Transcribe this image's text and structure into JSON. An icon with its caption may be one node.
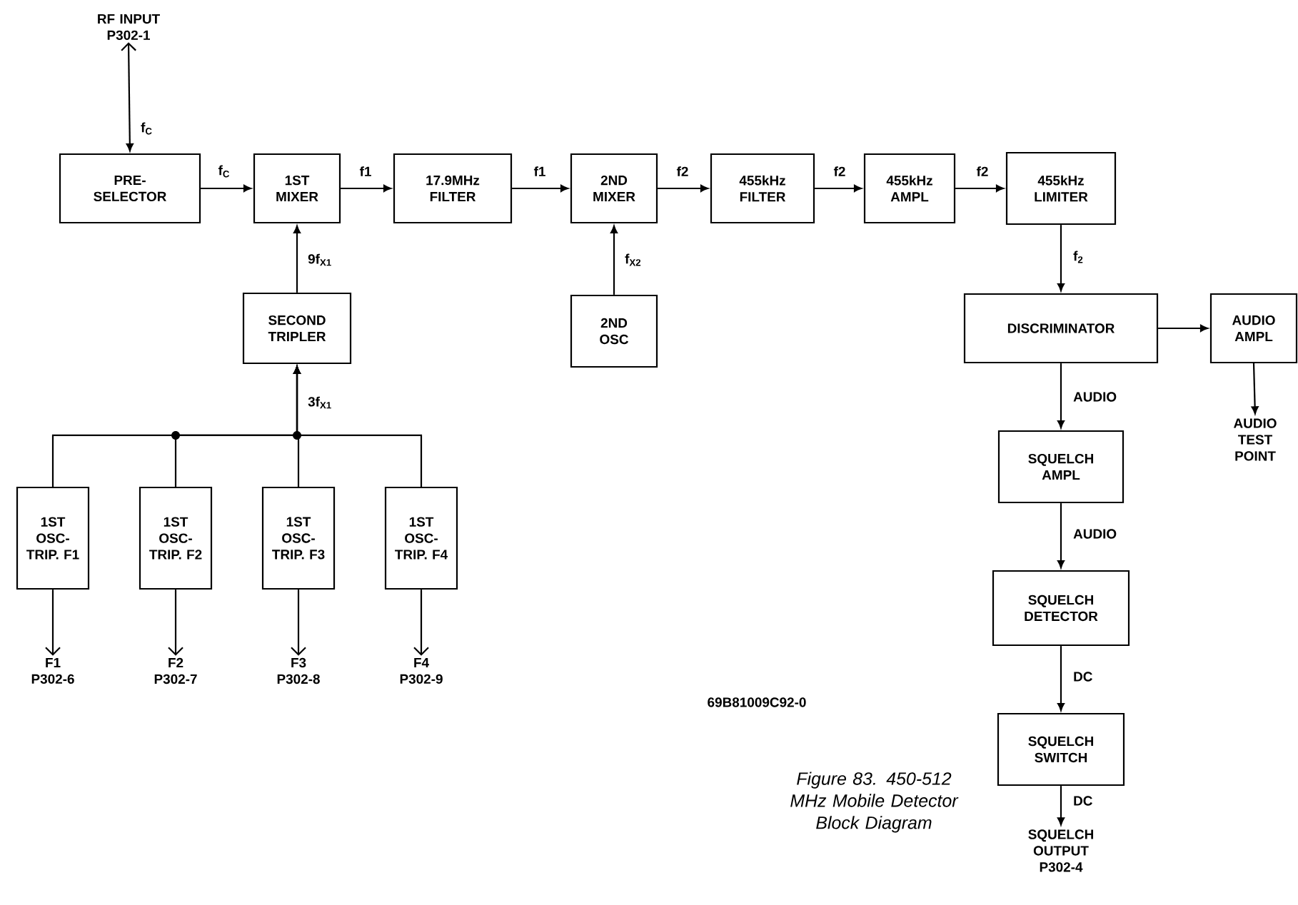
{
  "diagram": {
    "caption": "Figure 83. 450-512 MHz Mobile Detector Block Diagram",
    "nodes": [
      {
        "text": [
          "RF INPUT P302-1"
        ]
      },
      {
        "text": [
          "PRE- SELECTOR"
        ]
      },
      {
        "text": [
          "1ST MIXER"
        ]
      },
      {
        "text": [
          "17.9MHz FILTER"
        ]
      },
      {
        "text": [
          "2ND MIXER"
        ]
      },
      {
        "text": [
          "455kHz FILTER"
        ]
      },
      {
        "text": [
          "455kHz AMPL"
        ]
      },
      {
        "text": [
          "455kHz LIMITER"
        ]
      },
      {
        "text": [
          "SECOND TRIPLER"
        ]
      },
      {
        "text": [
          "2ND OSC"
        ]
      },
      {
        "text": [
          "1ST OSC- TRIP. F1"
        ]
      },
      {
        "text": [
          "1ST OSC- TRIP. F2"
        ]
      },
      {
        "text": [
          "1ST OSC- TRIP. F3"
        ]
      },
      {
        "text": [
          "1ST OSC- TRIP. F4"
        ]
      },
      {
        "text": [
          "F1 P302-6"
        ]
      },
      {
        "text": [
          "F2 P302-7"
        ]
      },
      {
        "text": [
          "F3 P302-8"
        ]
      },
      {
        "text": [
          "F4 P302-9"
        ]
      },
      {
        "text": [
          "DISCRIMINATOR"
        ]
      },
      {
        "text": [
          "AUDIO AMPL"
        ]
      },
      {
        "text": [
          "AUDIO TEST POINT"
        ]
      },
      {
        "text": [
          "SQUELCH AMPL"
        ]
      },
      {
        "text": [
          "SQUELCH DETECTOR"
        ]
      },
      {
        "text": [
          "SQUELCH SWITCH"
        ]
      },
      {
        "text": [
          "SQUELCH OUTPUT P302-4"
        ]
      }
    ],
    "edges": [
      {
        "from": 0,
        "to": 1,
        "arrow": "both",
        "label": "f$_{C}$"
      },
      {
        "from": 1,
        "to": 2,
        "arrow": "to",
        "label": "f$_{C}$"
      },
      {
        "from": 2,
        "to": 3,
        "arrow": "to",
        "label": "f1"
      },
      {
        "from": 3,
        "to": 4,
        "arrow": "to",
        "label": "f1"
      },
      {
        "from": 4,
        "to": 5,
        "arrow": "to",
        "label": "f2"
      },
      {
        "from": 5,
        "to": 6,
        "arrow": "to",
        "label": "f2"
      },
      {
        "from": 6,
        "to": 7,
        "arrow": "to",
        "label": "f2"
      },
      {
        "from": 7,
        "to": 18,
        "arrow": "to",
        "label": "f$_{2}$"
      },
      {
        "from": 8,
        "to": 2,
        "arrow": "to",
        "label": "9f$_{X1}$"
      },
      {
        "from": 9,
        "to": 4,
        "arrow": "to",
        "label": "f$_{X2}$"
      },
      {
        "from": 10,
        "to": 8,
        "arrow": "to"
      },
      {
        "from": 11,
        "to": 8,
        "arrow": "to"
      },
      {
        "from": 12,
        "to": 8,
        "arrow": "to",
        "label": "3f$_{X1}$"
      },
      {
        "from": 13,
        "to": 8,
        "arrow": "to"
      },
      {
        "from": 10,
        "to": 14,
        "arrow": "to"
      },
      {
        "from": 11,
        "to": 15,
        "arrow": "to"
      },
      {
        "from": 12,
        "to": 16,
        "arrow": "to"
      },
      {
        "from": 13,
        "to": 17,
        "arrow": "to"
      },
      {
        "from": 18,
        "to": 19,
        "arrow": "to"
      },
      {
        "from": 19,
        "to": 20,
        "arrow": "to"
      },
      {
        "from": 18,
        "to": 21,
        "arrow": "to",
        "label": "AUDIO"
      },
      {
        "from": 21,
        "to": 22,
        "arrow": "to",
        "label": "AUDIO"
      },
      {
        "from": 22,
        "to": 23,
        "arrow": "to",
        "label": "DC"
      },
      {
        "from": 23,
        "to": 24,
        "arrow": "to",
        "label": "DC"
      }
    ],
    "labels": [
      "69B81009C92-0"
    ]
  }
}
